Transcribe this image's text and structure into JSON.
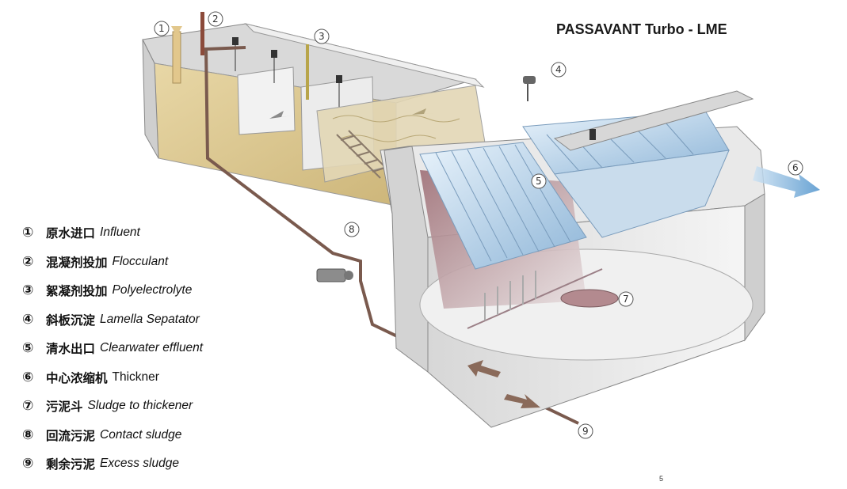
{
  "title": "PASSAVANT Turbo - LME",
  "legend": [
    {
      "num": "①",
      "zh": "原水进口",
      "en": "Influent",
      "italic": true
    },
    {
      "num": "②",
      "zh": "混凝剂投加",
      "en": "Flocculant",
      "italic": true
    },
    {
      "num": "③",
      "zh": "絮凝剂投加",
      "en": "Polyelectrolyte",
      "italic": true
    },
    {
      "num": "④",
      "zh": "斜板沉淀",
      "en": "Lamella Sepatator",
      "italic": true
    },
    {
      "num": "⑤",
      "zh": "清水出口",
      "en": "Clearwater effluent",
      "italic": true
    },
    {
      "num": "⑥",
      "zh": "中心浓缩机",
      "en": "Thickner",
      "italic": false
    },
    {
      "num": "⑦",
      "zh": "污泥斗",
      "en": "Sludge to thickener",
      "italic": true
    },
    {
      "num": "⑧",
      "zh": "回流污泥",
      "en": "Contact sludge",
      "italic": true
    },
    {
      "num": "⑨",
      "zh": "剩余污泥",
      "en": "Excess sludge",
      "italic": true
    }
  ],
  "callouts": [
    "1",
    "2",
    "3",
    "4",
    "5",
    "6",
    "7",
    "8",
    "9"
  ],
  "page_number": "5",
  "colors": {
    "water": "#d8c48f",
    "water_light": "#e9dcb4",
    "concrete": "#e6e6e6",
    "concrete_dark": "#bdbdbd",
    "sludge_red": "#b38a8f",
    "lamella_blue": "#a9c9e2",
    "pipe": "#7a5a4e"
  }
}
